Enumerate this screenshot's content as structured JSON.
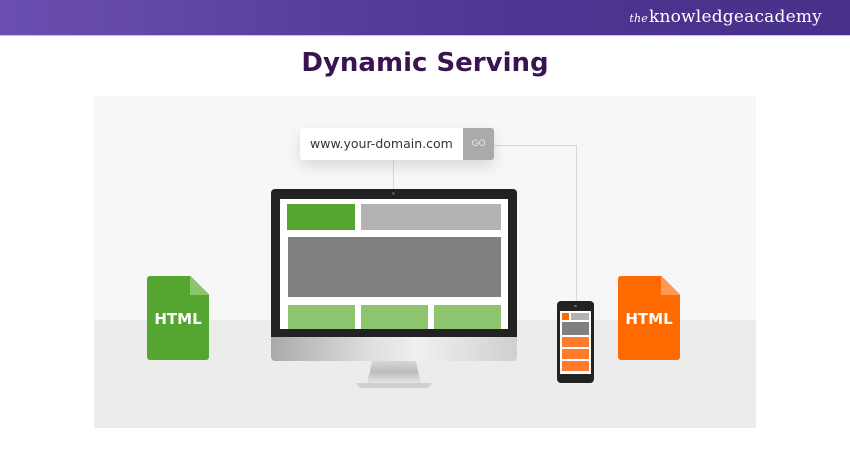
{
  "header": {
    "brand_prefix": "the",
    "brand_name": "knowledgeacademy"
  },
  "title": "Dynamic Serving",
  "diagram": {
    "url_bar": {
      "url": "www.your-domain.com",
      "go_label": "GO"
    },
    "desktop_file": {
      "label": "HTML",
      "color": "#55a630"
    },
    "mobile_file": {
      "label": "HTML",
      "color": "#ff6a00"
    },
    "colors": {
      "desktop_accent": "#55a630",
      "desktop_light": "#8dc56f",
      "mobile_accent": "#ff7a2a",
      "gray_block": "#808080",
      "light_gray_block": "#b3b3b3"
    }
  }
}
